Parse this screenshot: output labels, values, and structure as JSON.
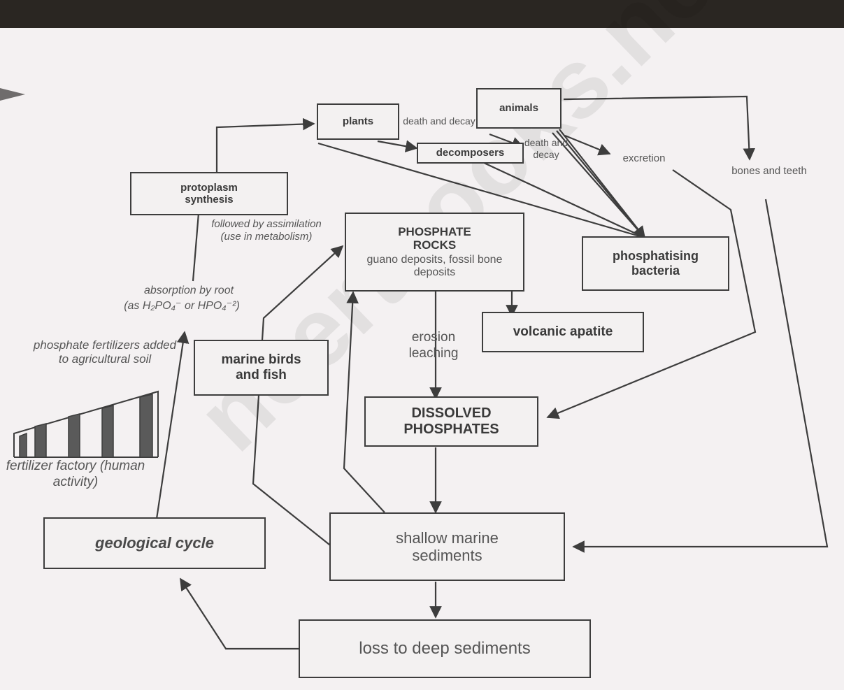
{
  "nodes": {
    "plants": "plants",
    "animals": "animals",
    "decomposers": "decomposers",
    "protoplasm_synthesis": "protoplasm synthesis",
    "phosphate_rocks_title": "PHOSPHATE ROCKS",
    "phosphate_rocks_sub": "guano deposits, fossil bone deposits",
    "phosphatising_bacteria": "phosphatising bacteria",
    "volcanic_apatite": "volcanic apatite",
    "marine_birds_fish": "marine birds and fish",
    "dissolved_phosphates": "DISSOLVED PHOSPHATES",
    "geological_cycle": "geological cycle",
    "shallow_marine_sediments": "shallow marine sediments",
    "loss_to_deep_sediments": "loss to deep sediments"
  },
  "labels": {
    "death_decay_1": "death and decay",
    "death_decay_2": "death and decay",
    "excretion": "excretion",
    "bones_teeth": "bones and teeth",
    "assimilation": "followed by assimilation (use in metabolism)",
    "absorption_line1": "absorption by root",
    "absorption_line2": "(as H₂PO₄⁻ or HPO₄⁻²)",
    "fertilizers_added": "phosphate fertilizers added to agricultural soil",
    "erosion_leaching": "erosion leaching",
    "fertilizer_factory": "fertilizer factory (human activity)"
  },
  "watermark": "ncertbooks.net",
  "colors": {
    "paper": "#f4f1f2",
    "ink": "#3d3d3d",
    "text": "#555555"
  }
}
